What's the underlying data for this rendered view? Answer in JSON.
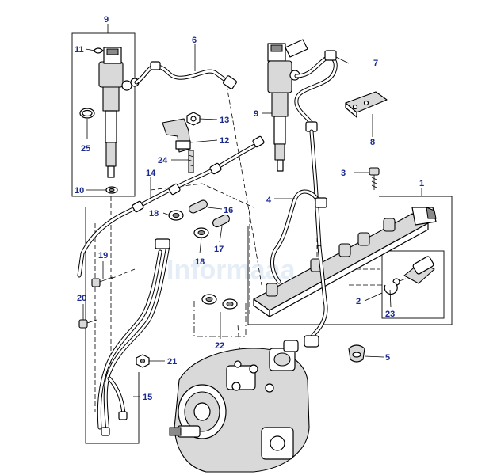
{
  "watermark": "Informaaa",
  "callouts": {
    "c1": "1",
    "c2": "2",
    "c3": "3",
    "c4": "4",
    "c5": "5",
    "c6": "6",
    "c7": "7",
    "c8": "8",
    "c9a": "9",
    "c9b": "9",
    "c10": "10",
    "c11": "11",
    "c12": "12",
    "c13": "13",
    "c14": "14",
    "c15": "15",
    "c16": "16",
    "c17": "17",
    "c18a": "18",
    "c18b": "18",
    "c19": "19",
    "c20": "20",
    "c21": "21",
    "c22": "22",
    "c23": "23",
    "c24": "24",
    "c25": "25"
  },
  "colors": {
    "callout": "#1b2a8f",
    "line": "#000000",
    "shade": "#d9d9d9",
    "watermark": "#cfe0ee"
  }
}
